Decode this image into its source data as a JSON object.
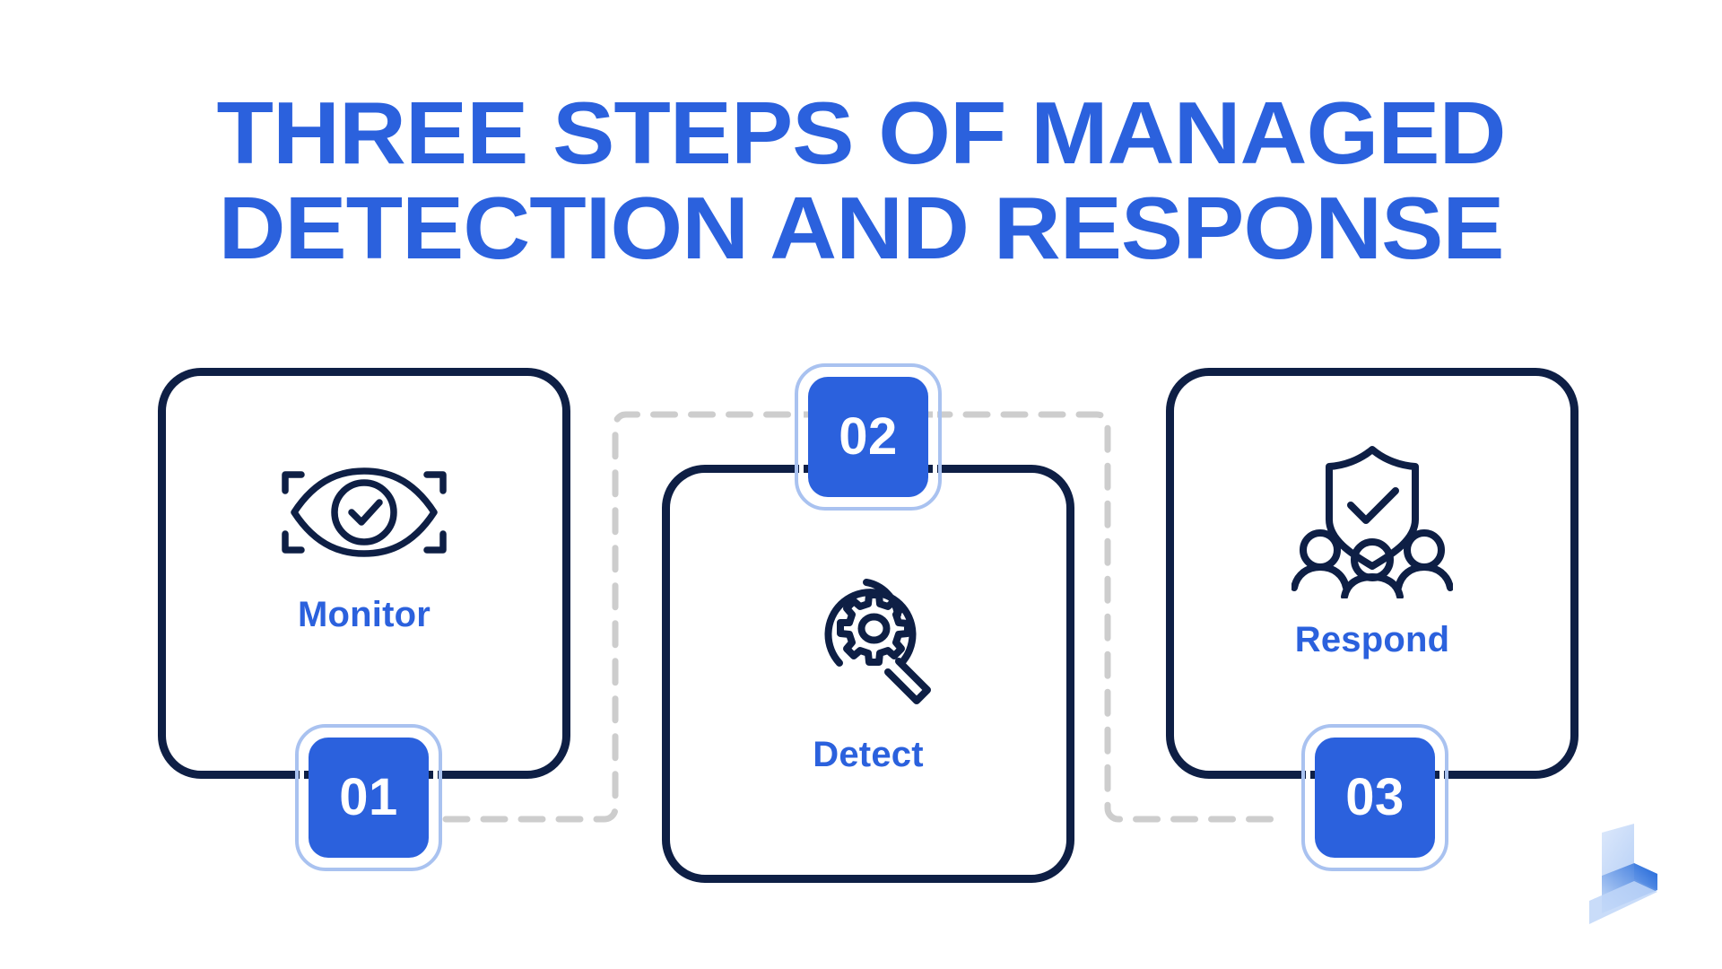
{
  "page": {
    "background_color": "#ffffff",
    "title": {
      "line1": "THREE STEPS OF MANAGED",
      "line2": "DETECTION AND RESPONSE",
      "color": "#2B61DD"
    }
  },
  "colors": {
    "brand_blue": "#2B61DD",
    "card_outline_navy": "#0E1F45",
    "badge_blue": "#2B61DD",
    "badge_ring_light": "#A9C2F0",
    "badge_text": "#ffffff",
    "connector_dash_gray": "#CDCDCD",
    "logo_blue_dark": "#1A63D8",
    "logo_blue_light": "#CFE0FA"
  },
  "steps": [
    {
      "number": "01",
      "label": "Monitor",
      "icon": "eye-scan-check-icon",
      "badge_position": "bottom"
    },
    {
      "number": "02",
      "label": "Detect",
      "icon": "magnifier-gear-icon",
      "badge_position": "top"
    },
    {
      "number": "03",
      "label": "Respond",
      "icon": "shield-check-people-icon",
      "badge_position": "bottom"
    }
  ],
  "connectors": {
    "left_bracket": "dashed-bracket-step1-to-step2",
    "right_bracket": "dashed-bracket-step2-to-step3",
    "style": "dashed",
    "color": "#CDCDCD"
  },
  "logo": {
    "name": "isometric-l-logo",
    "shape": "3d-ribbon-l"
  }
}
